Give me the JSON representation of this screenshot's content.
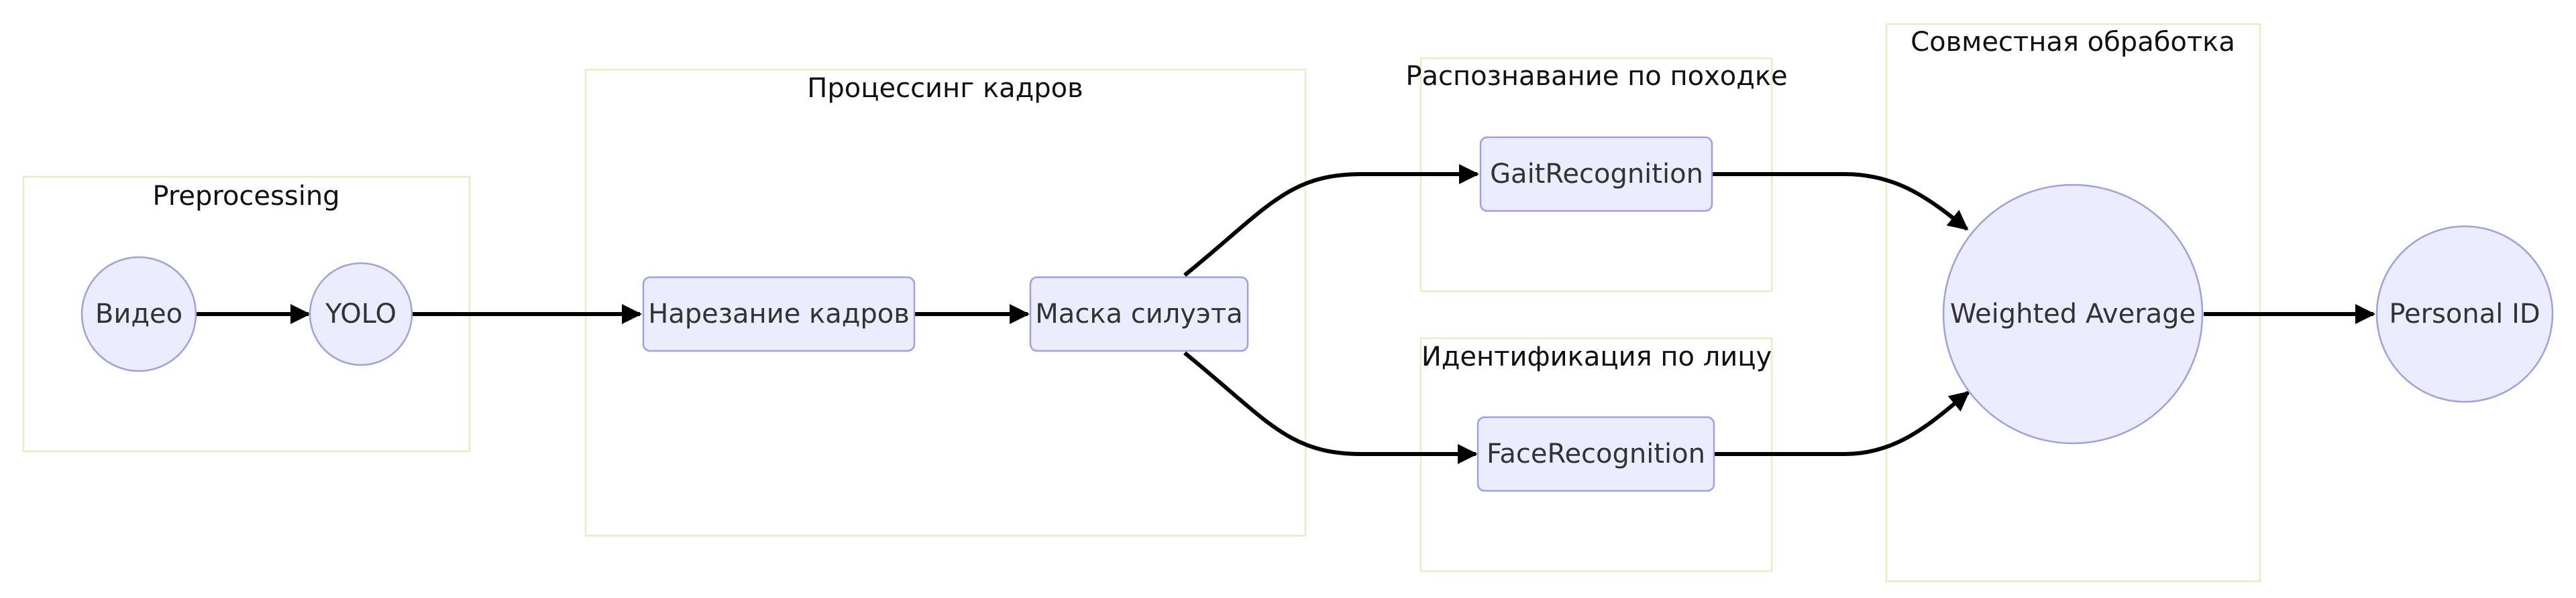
{
  "clusters": {
    "preprocessing": {
      "title": "Preprocessing"
    },
    "processing": {
      "title": "Процессинг кадров"
    },
    "gait": {
      "title": "Распознавание по походке"
    },
    "face": {
      "title": "Идентификация по лицу"
    },
    "joint": {
      "title": "Совместная обработка"
    }
  },
  "nodes": {
    "video": {
      "label": "Видео"
    },
    "yolo": {
      "label": "YOLO"
    },
    "frame_cutting": {
      "label": "Нарезание кадров"
    },
    "silhouette_mask": {
      "label": "Маска силуэта"
    },
    "gait_recognition": {
      "label": "GaitRecognition"
    },
    "face_recognition": {
      "label": "FaceRecognition"
    },
    "weighted_average": {
      "label": "Weighted Average"
    },
    "personal_id": {
      "label": "Personal ID"
    }
  },
  "edges": [
    {
      "from": "Видео",
      "to": "YOLO"
    },
    {
      "from": "YOLO",
      "to": "Нарезание кадров"
    },
    {
      "from": "Нарезание кадров",
      "to": "Маска силуэта"
    },
    {
      "from": "Маска силуэта",
      "to": "GaitRecognition"
    },
    {
      "from": "Маска силуэта",
      "to": "FaceRecognition"
    },
    {
      "from": "GaitRecognition",
      "to": "Weighted Average"
    },
    {
      "from": "FaceRecognition",
      "to": "Weighted Average"
    },
    {
      "from": "Weighted Average",
      "to": "Personal ID"
    }
  ],
  "colors": {
    "node_fill": "#ececff",
    "node_stroke": "#9f9fe8",
    "cluster_stroke": "#ebebc2",
    "edge": "#000000",
    "text": "#333333"
  }
}
